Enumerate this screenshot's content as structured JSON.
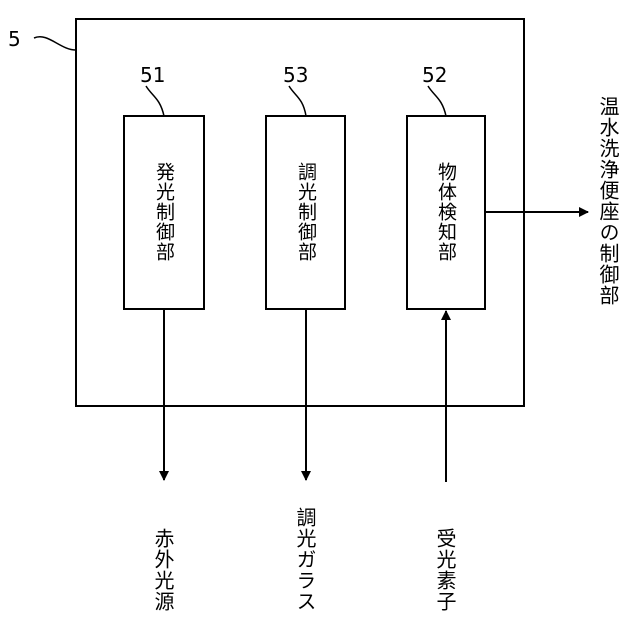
{
  "figure": {
    "device_ref": "5",
    "blocks": [
      {
        "ref": "51",
        "label": "発光制御部"
      },
      {
        "ref": "53",
        "label": "調光制御部"
      },
      {
        "ref": "52",
        "label": "物体検知部"
      }
    ],
    "external": {
      "output_right": "温水洗浄便座の制御部",
      "infrared_source": "赤外光源",
      "dimming_glass": "調光ガラス",
      "light_receiver": "受光素子"
    }
  }
}
